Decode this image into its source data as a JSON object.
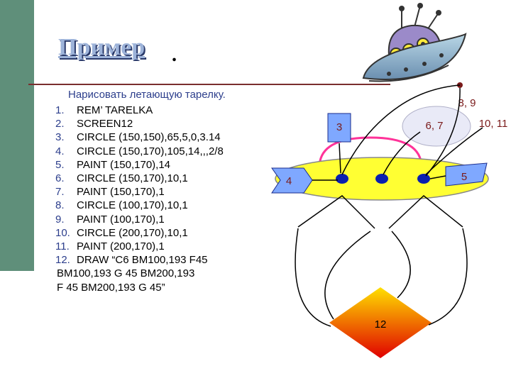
{
  "title": "Пример",
  "title_dot": ".",
  "task": "Нарисовать летающую тарелку.",
  "program": [
    {
      "num": "1.",
      "text": "REM’ TARELKA"
    },
    {
      "num": "2.",
      "text": "SCREEN12"
    },
    {
      "num": "3.",
      "text": "CIRCLE (150,150),65,5,0,3.14"
    },
    {
      "num": "4.",
      "text": "CIRCLE (150,170),105,14,,,2/8"
    },
    {
      "num": "5.",
      "text": "PAINT (150,170),14"
    },
    {
      "num": "6.",
      "text": "CIRCLE (150,170),10,1"
    },
    {
      "num": "7.",
      "text": "PAINT (150,170),1"
    },
    {
      "num": "8.",
      "text": "CIRCLE (100,170),10,1"
    },
    {
      "num": "9.",
      "text": "PAINT (100,170),1"
    },
    {
      "num": "10.",
      "text": "CIRCLE (200,170),10,1"
    },
    {
      "num": "11.",
      "text": "PAINT (200,170),1"
    },
    {
      "num": "12.",
      "text": "DRAW “C6 BM100,193 F45"
    }
  ],
  "program_continuation": [
    "BM100,193 G 45 BM200,193",
    " F 45  BM200,193  G 45”"
  ],
  "labels": {
    "l89": "8, 9",
    "l1011": "10, 11",
    "l3": "3",
    "l67": "6, 7",
    "l4": "4",
    "l5": "5",
    "l12": "12"
  },
  "colors": {
    "left_bar": "#5f8f7a",
    "saucer": "#ffff33",
    "dome_arc": "#ff3399",
    "dots": "#0a1fb0",
    "gradient_top": "#ffe000",
    "gradient_bottom": "#e00000"
  }
}
